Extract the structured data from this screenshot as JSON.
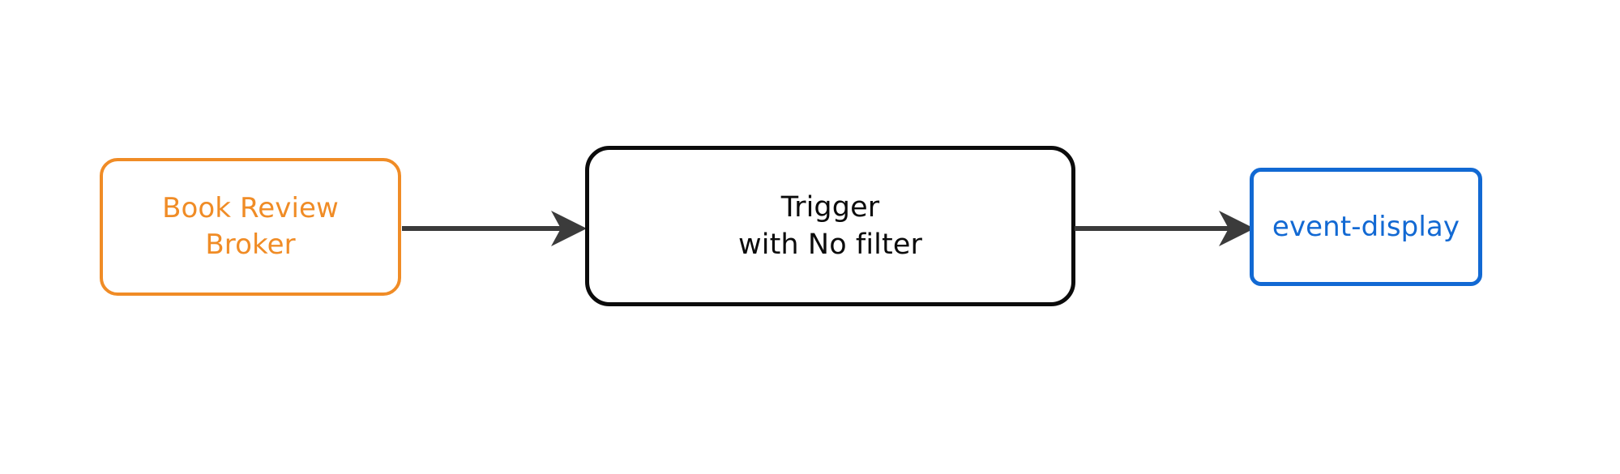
{
  "diagram": {
    "type": "flow-diagram",
    "orientation": "left-to-right",
    "background_color": "#ffffff",
    "nodes": [
      {
        "id": "source",
        "label": "Book Review\nBroker",
        "line1": "Book Review",
        "line2": "Broker",
        "role": "broker",
        "shape": "rounded-rectangle",
        "border_color": "#F08C26",
        "text_color": "#F08C26",
        "fill_color": "#ffffff"
      },
      {
        "id": "trigger",
        "label": "Trigger\nwith No filter",
        "line1": "Trigger",
        "line2": "with No filter",
        "role": "trigger",
        "shape": "rounded-rectangle",
        "border_color": "#0b0b0b",
        "text_color": "#0b0b0b",
        "fill_color": "#ffffff"
      },
      {
        "id": "sink",
        "label": "event-display",
        "line1": "event-display",
        "line2": "",
        "role": "sink-service",
        "shape": "rounded-rectangle",
        "border_color": "#1269D3",
        "text_color": "#1269D3",
        "fill_color": "#ffffff"
      }
    ],
    "edges": [
      {
        "id": "source-to-trigger",
        "from": "source",
        "to": "trigger",
        "label": "",
        "arrow_color": "#3B3B3B",
        "arrowhead": "filled-triangle"
      },
      {
        "id": "trigger-to-sink",
        "from": "trigger",
        "to": "sink",
        "label": "",
        "arrow_color": "#3B3B3B",
        "arrowhead": "filled-triangle"
      }
    ]
  }
}
